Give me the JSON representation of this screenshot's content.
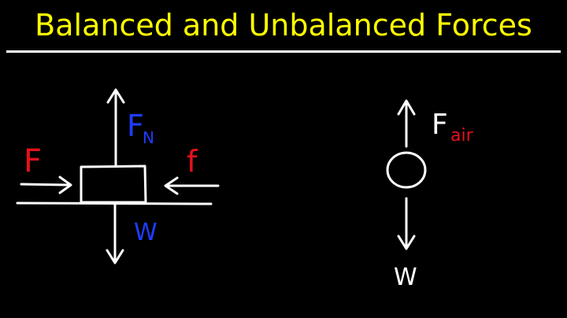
{
  "title": "Balanced and Unbalanced Forces",
  "colors": {
    "background": "#000000",
    "title": "#ffff00",
    "rule": "#ffffff",
    "stroke": "#ffffff",
    "red_label": "#e8101a",
    "blue_label": "#1f3cff"
  },
  "block_diagram": {
    "applied_force": "F",
    "normal_force_main": "F",
    "normal_force_sub": "N",
    "friction": "f",
    "weight": "W"
  },
  "ball_diagram": {
    "air_force_main": "F",
    "air_force_sub": "air",
    "weight": "W"
  }
}
